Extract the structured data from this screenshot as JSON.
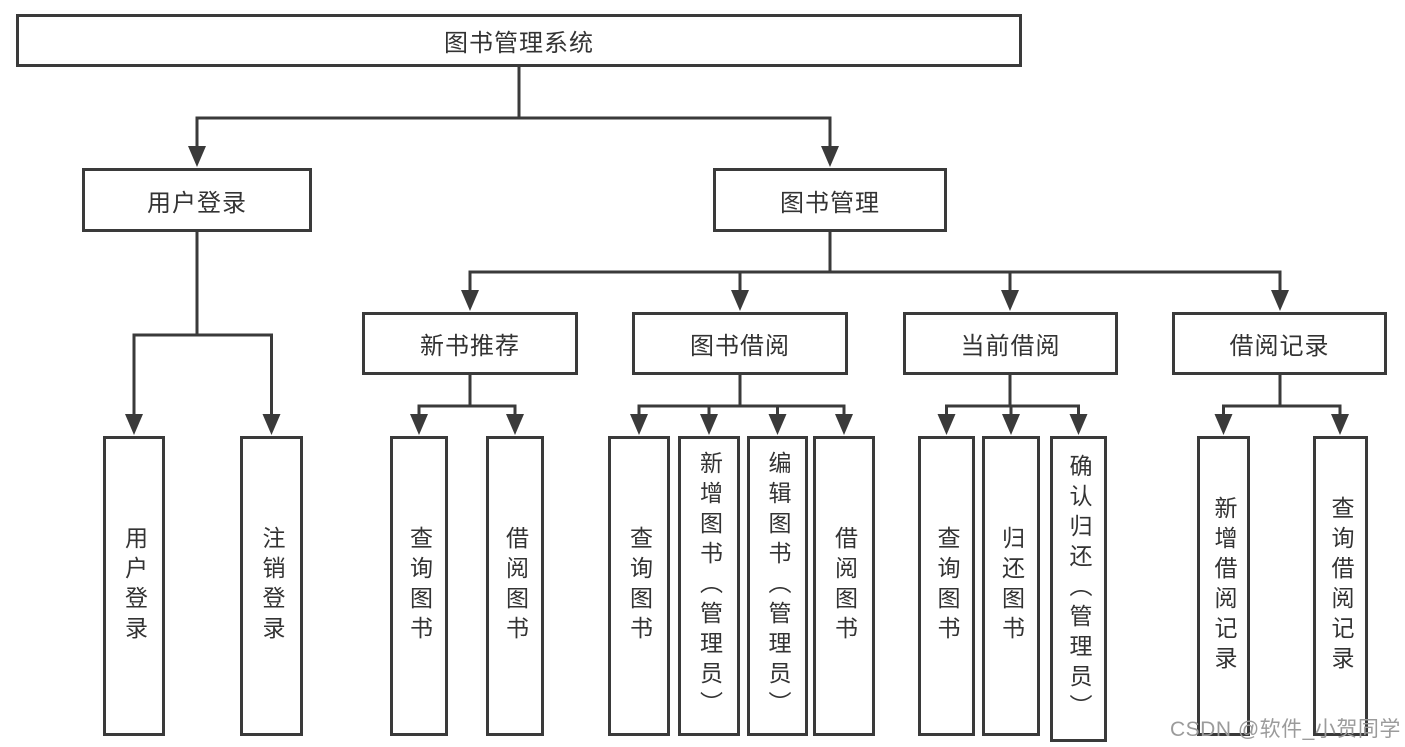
{
  "diagram": {
    "root": {
      "label": "图书管理系统"
    },
    "branches": [
      {
        "label": "用户登录",
        "children": [
          {
            "label": "用户登录"
          },
          {
            "label": "注销登录"
          }
        ]
      },
      {
        "label": "图书管理",
        "children": [
          {
            "label": "新书推荐",
            "children": [
              {
                "label": "查询图书"
              },
              {
                "label": "借阅图书"
              }
            ]
          },
          {
            "label": "图书借阅",
            "children": [
              {
                "label": "查询图书"
              },
              {
                "label": "新增图书（管理员）"
              },
              {
                "label": "编辑图书（管理员）"
              },
              {
                "label": "借阅图书"
              }
            ]
          },
          {
            "label": "当前借阅",
            "children": [
              {
                "label": "查询图书"
              },
              {
                "label": "归还图书"
              },
              {
                "label": "确认归还（管理员）"
              }
            ]
          },
          {
            "label": "借阅记录",
            "children": [
              {
                "label": "新增借阅记录"
              },
              {
                "label": "查询借阅记录"
              }
            ]
          }
        ]
      }
    ]
  },
  "watermark": {
    "text": "CSDN @软件_小贺同学"
  },
  "colors": {
    "line": "#3a3a3a",
    "text": "#333333",
    "watermark": "#9b9b9b",
    "background": "#ffffff"
  }
}
